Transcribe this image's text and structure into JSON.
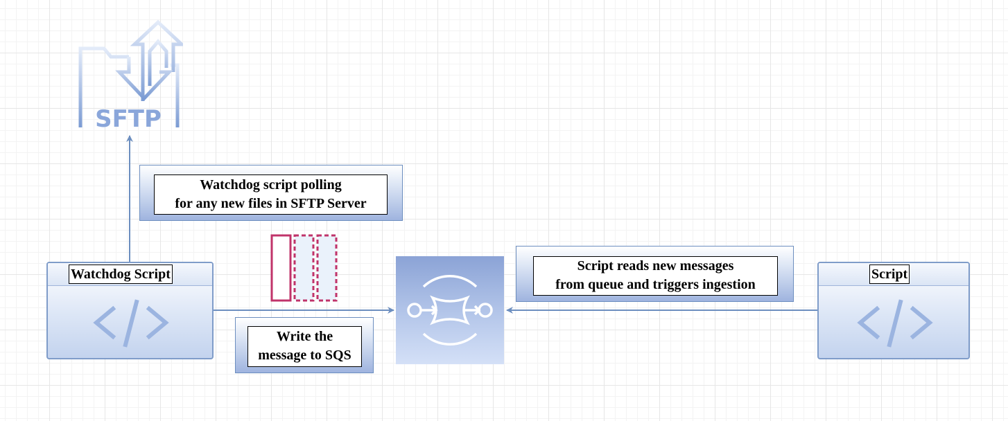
{
  "nodes": {
    "sftp": {
      "text": "SFTP",
      "icon": "sftp-server-icon"
    },
    "watchdog_script": {
      "title": "Watchdog Script",
      "icon": "code-icon"
    },
    "sqs_queue": {
      "icon": "sqs-queue-icon"
    },
    "script": {
      "title": "Script",
      "icon": "code-icon"
    },
    "message_queue": {
      "icon": "message-queue-icon"
    }
  },
  "notes": {
    "polling": [
      "Watchdog script polling",
      "for any new files in SFTP Server"
    ],
    "write": [
      "Write the",
      "message to SQS"
    ],
    "reads": [
      "Script reads new messages",
      "from queue and triggers ingestion"
    ]
  },
  "colors": {
    "arrow": "#6c8ebf",
    "icon": "#7b9bd3",
    "queue_icon": "#c0336a",
    "grid": "#e6e6e6"
  }
}
